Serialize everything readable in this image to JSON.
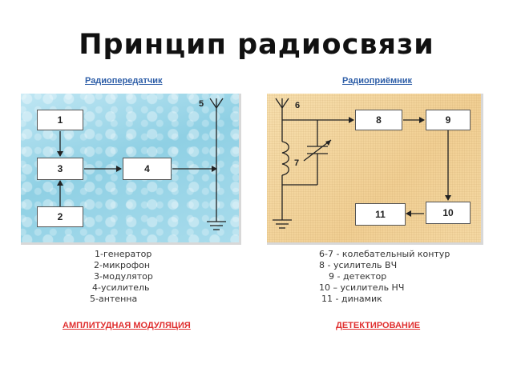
{
  "title": "Принцип радиосвязи",
  "transmitter": {
    "heading": "Радиопередатчик ",
    "antenna_label": "5",
    "boxes": [
      "1",
      "3",
      "4",
      "2"
    ],
    "legend": [
      "1-генератор",
      "2-микрофон",
      "3-модулятор",
      "4-усилитель",
      "5-антенна"
    ],
    "footer": "АМПЛИТУДНАЯ МОДУЛЯЦИЯ"
  },
  "receiver": {
    "heading": "Радиоприёмник",
    "antenna_label": "6",
    "capacitor_label": "7",
    "boxes": [
      "8",
      "9",
      "10",
      "11"
    ],
    "legend": [
      "6-7 - колебательный контур",
      "8 - усилитель ВЧ",
      "9 - детектор",
      "10 – усилитель НЧ",
      "11 - динамик"
    ],
    "footer": "ДЕТЕКТИРОВАНИЕ"
  }
}
